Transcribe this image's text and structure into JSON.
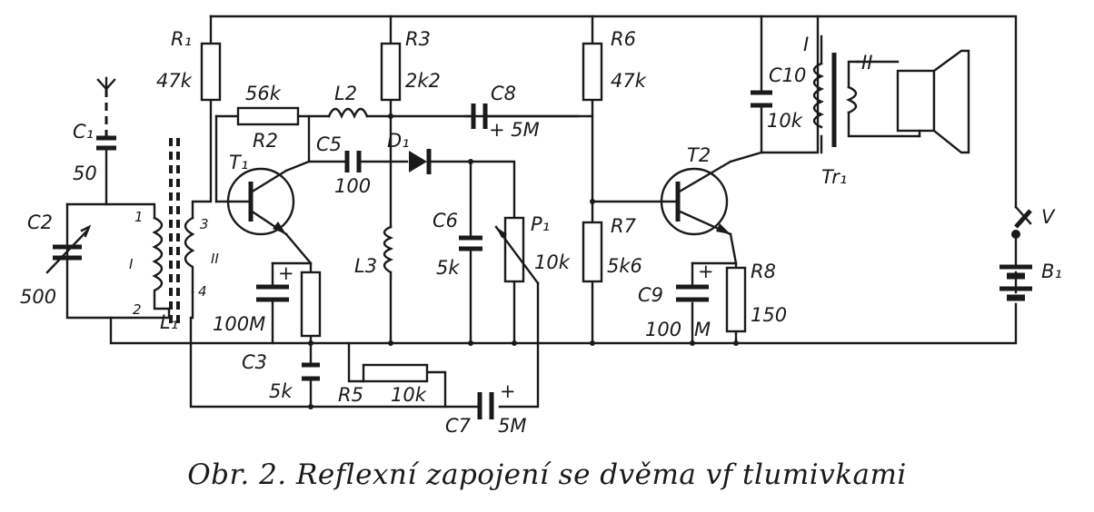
{
  "labels": {
    "R1": "R₁",
    "R1_val": "47k",
    "R2_val": "56k",
    "R2": "R2",
    "L2": "L2",
    "R3": "R3",
    "R3_val": "2k2",
    "C8": "C8",
    "C8_val": "+ 5M",
    "R6": "R6",
    "R6_val": "47k",
    "C10": "C10",
    "C10_val": "10k",
    "Tr_I": "I",
    "Tr_II": "II",
    "Tr1": "Tr₁",
    "C1": "C₁",
    "C1_val": "50",
    "C2": "C2",
    "C2_val": "500",
    "T1": "T₁",
    "C5": "C5",
    "C5_val": "100",
    "D1": "D₁",
    "T2": "T2",
    "V": "V",
    "B1": "B₁",
    "L1": "L₁",
    "L1_I": "I",
    "L1_1": "1",
    "L1_2": "2",
    "L1_3": "3",
    "L1_4": "4",
    "L1_II": "II",
    "C3_val": "100M",
    "C3": "C3",
    "C3b_val": "5k",
    "L3": "L3",
    "C6": "C6",
    "C6_val": "5k",
    "P1": "P₁",
    "P1_val": "10k",
    "R7": "R7",
    "R7_val": "5k6",
    "C9": "C9",
    "C9_val": "100",
    "C9_M": "M",
    "C9_plus": "+",
    "R8": "R8",
    "R8_val": "150",
    "R5": "R5",
    "R5_val": "10k",
    "C7": "C7",
    "C7_val": "5M",
    "C7_plus": "+",
    "C3_plus": "+"
  },
  "caption": "Obr. 2. Reflexní zapojení se dvěma vf tlumivkami"
}
